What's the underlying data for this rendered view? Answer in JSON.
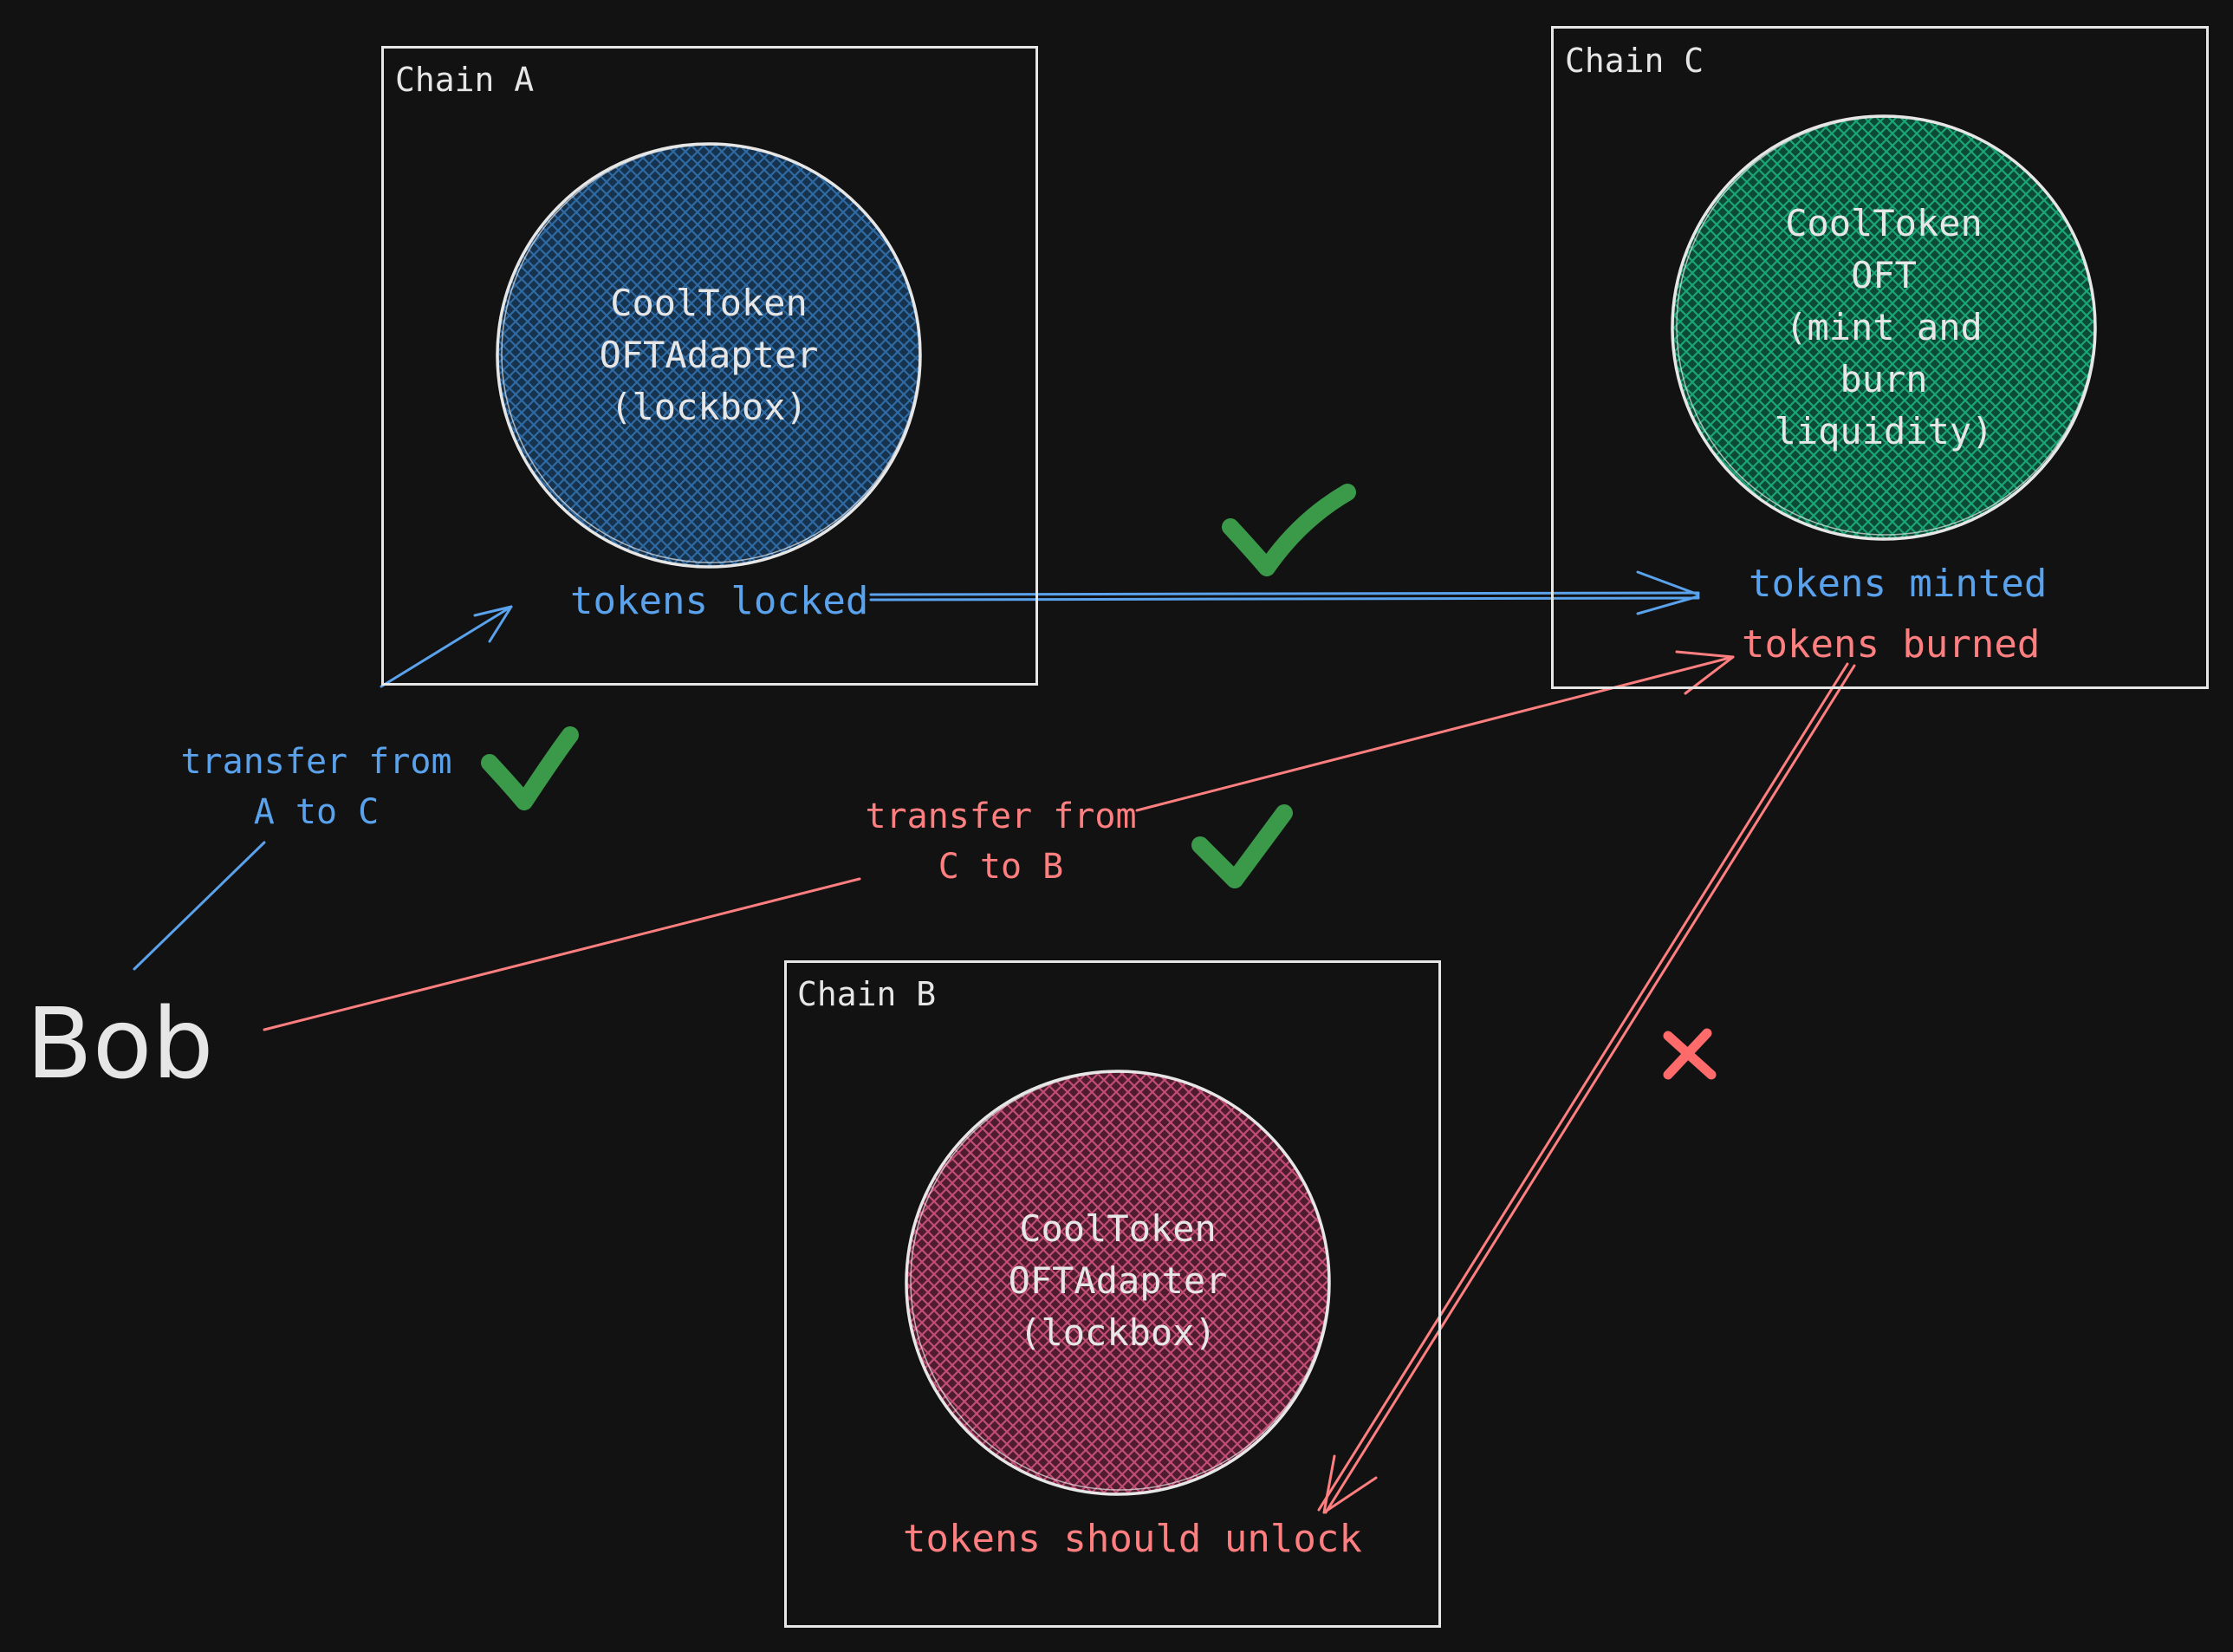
{
  "chains": {
    "a": {
      "label": "Chain A",
      "contract": [
        "CoolToken",
        "OFTAdapter",
        "(lockbox)"
      ],
      "status": "tokens locked"
    },
    "c": {
      "label": "Chain C",
      "contract": [
        "CoolToken",
        "OFT",
        "(mint and",
        "burn",
        "liquidity)"
      ],
      "status_minted": "tokens minted",
      "status_burned": "tokens burned"
    },
    "b": {
      "label": "Chain B",
      "contract": [
        "CoolToken",
        "OFTAdapter",
        "(lockbox)"
      ],
      "status": "tokens should unlock"
    }
  },
  "actor": {
    "name": "Bob"
  },
  "flows": {
    "a_to_c": {
      "label_1": "transfer from",
      "label_2": "A to C",
      "result": "success"
    },
    "c_to_b": {
      "label_1": "transfer from",
      "label_2": "C to B",
      "result": "success"
    },
    "c_to_b_unlock": {
      "result": "failure"
    }
  },
  "colors": {
    "background": "#121212",
    "stroke": "#e6e6e6",
    "blue": "#5aa2ec",
    "red": "#ff7f80",
    "green_check": "#3a9a4a",
    "chain_a_fill": "#1d4d79",
    "chain_c_fill": "#0f7a55",
    "chain_b_fill": "#a03a5c",
    "cross": "#ff6b6b"
  },
  "icons": {
    "success": "checkmark-icon",
    "failure": "cross-icon"
  }
}
